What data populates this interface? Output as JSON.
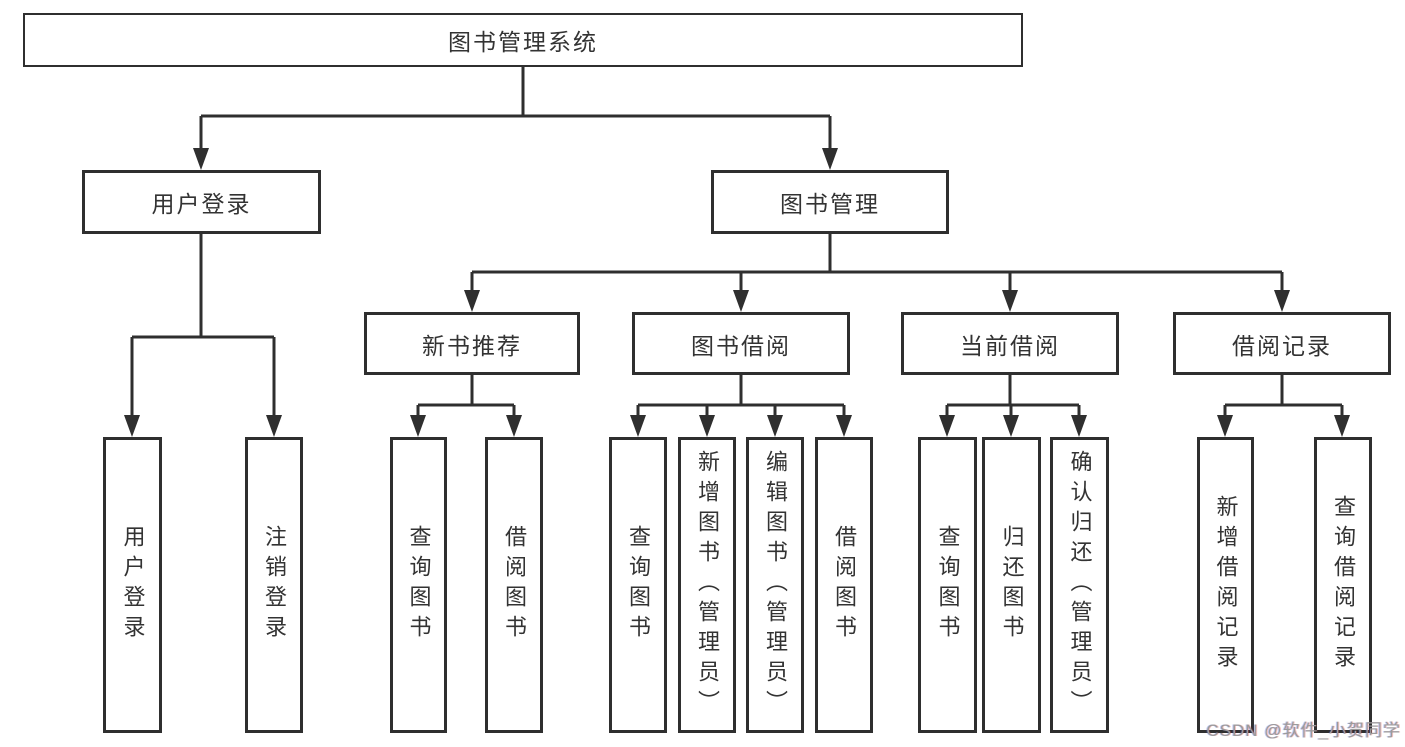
{
  "diagram": {
    "tree": {
      "label": "图书管理系统",
      "children": [
        {
          "label": "用户登录",
          "children": [
            {
              "label": "用户登录"
            },
            {
              "label": "注销登录"
            }
          ]
        },
        {
          "label": "图书管理",
          "children": [
            {
              "label": "新书推荐",
              "children": [
                {
                  "label": "查询图书"
                },
                {
                  "label": "借阅图书"
                }
              ]
            },
            {
              "label": "图书借阅",
              "children": [
                {
                  "label": "查询图书"
                },
                {
                  "label": "新增图书（管理员）"
                },
                {
                  "label": "编辑图书（管理员）"
                },
                {
                  "label": "借阅图书"
                }
              ]
            },
            {
              "label": "当前借阅",
              "children": [
                {
                  "label": "查询图书"
                },
                {
                  "label": "归还图书"
                },
                {
                  "label": "确认归还（管理员）"
                }
              ]
            },
            {
              "label": "借阅记录",
              "children": [
                {
                  "label": "新增借阅记录"
                },
                {
                  "label": "查询借阅记录"
                }
              ]
            }
          ]
        }
      ]
    },
    "colors": {
      "line": "#2f2f2f",
      "box_border": "#2f2f2f",
      "box_fill": "#ffffff",
      "text": "#333333",
      "watermark": "#9b9b9b",
      "background": "#ffffff"
    }
  },
  "watermark": {
    "text": "CSDN @软件_小贺同学"
  }
}
